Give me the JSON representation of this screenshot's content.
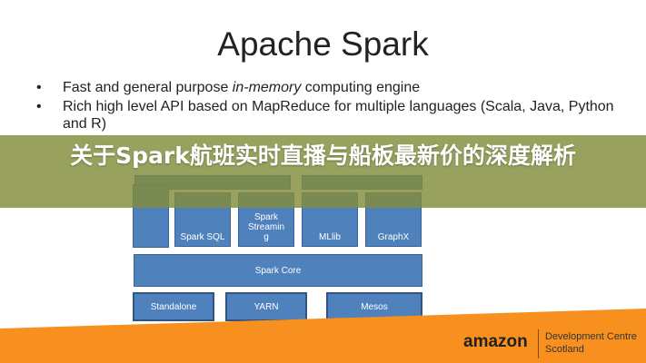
{
  "slide": {
    "title": "Apache Spark",
    "bullets": [
      {
        "pre": "Fast and general purpose ",
        "em": "in-memory",
        "post": " computing engine"
      },
      {
        "pre": "Rich high level API based on MapReduce for multiple languages (Scala, Java, Python and R)",
        "em": "",
        "post": ""
      }
    ],
    "diagram": {
      "libraries": [
        "Spark SQL",
        "Spark Streamin g",
        "MLlib",
        "GraphX"
      ],
      "core": "Spark Core",
      "cluster_managers": [
        "Standalone",
        "YARN",
        "Mesos"
      ]
    },
    "footer": {
      "logo": "amazon",
      "line1": "Development Centre",
      "line2": "Scotland",
      "accent": "#f7901e"
    }
  },
  "overlay": {
    "headline": "关于Spark航班实时直播与船板最新价的深度解析",
    "color": "#828c3c"
  }
}
